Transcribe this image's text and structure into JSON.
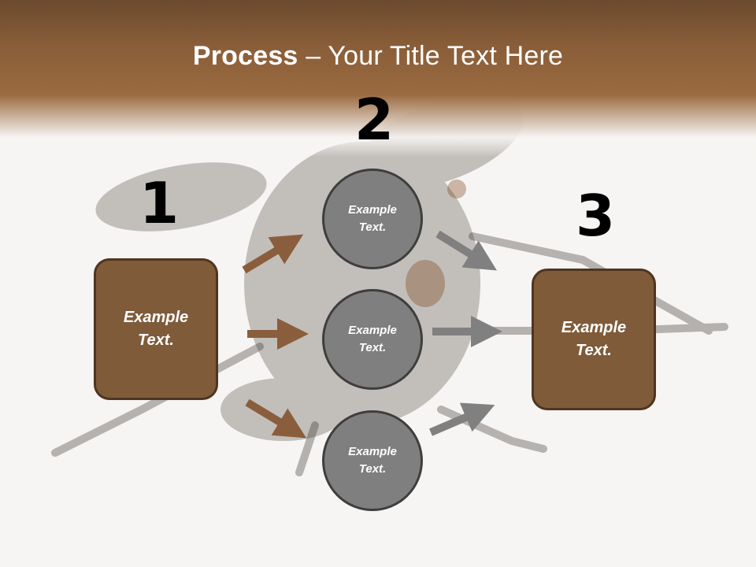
{
  "slide": {
    "title_bold": "Process",
    "title_sep": " – ",
    "title_rest": "Your Title Text Here"
  },
  "steps": {
    "one": "1",
    "two": "2",
    "three": "3"
  },
  "left_box": {
    "text": "Example Text."
  },
  "circles": [
    {
      "text": "Example Text."
    },
    {
      "text": "Example Text."
    },
    {
      "text": "Example Text."
    }
  ],
  "right_box": {
    "text": "Example Text."
  },
  "colors": {
    "brown_fill": "#7f5b3a",
    "brown_border": "#4f3521",
    "gray_fill": "#7f7f7f",
    "gray_border": "#3e3e3e",
    "brown_arrow": "#8a5e3c",
    "gray_arrow": "#808080",
    "header": "#8a5e39"
  }
}
